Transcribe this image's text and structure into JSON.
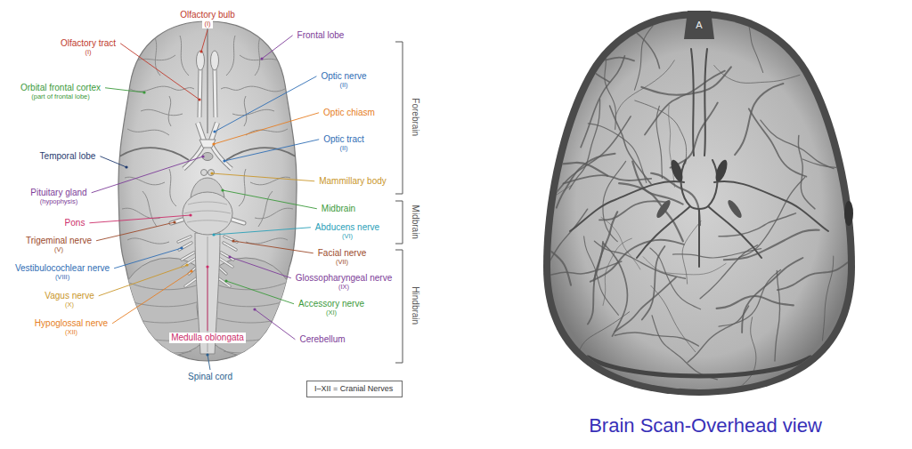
{
  "diagram": {
    "caption": "Brain Scan-Overhead view",
    "nodes": [
      {
        "text": [
          "I–XII = Cranial Nerves"
        ]
      }
    ],
    "labels": [
      "Olfactory bulb",
      "(I)",
      "Olfactory tract",
      "(I)",
      "Frontal lobe",
      "Optic nerve",
      "(II)",
      "Orbital frontal cortex",
      "(part of frontal lobe)",
      "Optic chiasm",
      "Optic tract",
      "(II)",
      "Temporal lobe",
      "Mammillary body",
      "Pituitary gland",
      "(hypophysis)",
      "Midbrain",
      "Pons",
      "Abducens nerve",
      "(VI)",
      "Trigeminal nerve",
      "(V)",
      "Facial nerve",
      "(VII)",
      "Vestibulocochlear nerve",
      "(VIII)",
      "Glossopharyngeal nerve",
      "(IX)",
      "Vagus nerve",
      "(X)",
      "Accessory nerve",
      "(XI)",
      "Hypoglossal nerve",
      "(XII)",
      "Medulla oblongata",
      "Cerebellum",
      "Spinal cord",
      "Forebrain",
      "Midbrain",
      "Hindbrain",
      "A"
    ]
  }
}
